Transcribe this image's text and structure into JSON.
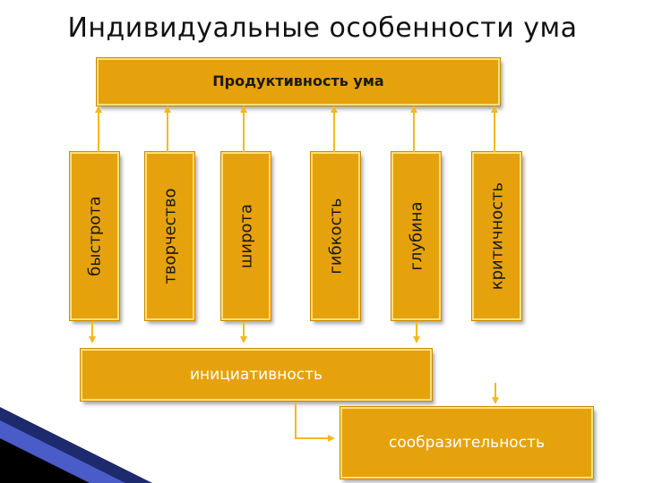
{
  "title": "Индивидуальные особенности ума",
  "top_box": {
    "label": "Продуктивность ума"
  },
  "vertical_boxes": [
    {
      "label": "быстрота"
    },
    {
      "label": "творчество"
    },
    {
      "label": "широта"
    },
    {
      "label": "гибкость"
    },
    {
      "label": "глубина"
    },
    {
      "label": "критичность"
    }
  ],
  "initiative_box": {
    "label": "инициативность"
  },
  "resourcefulness_box": {
    "label": "сообразительность"
  },
  "colors": {
    "box_fill": "#e6a20c",
    "box_border": "#ffe07a",
    "connector": "#f5b820"
  }
}
